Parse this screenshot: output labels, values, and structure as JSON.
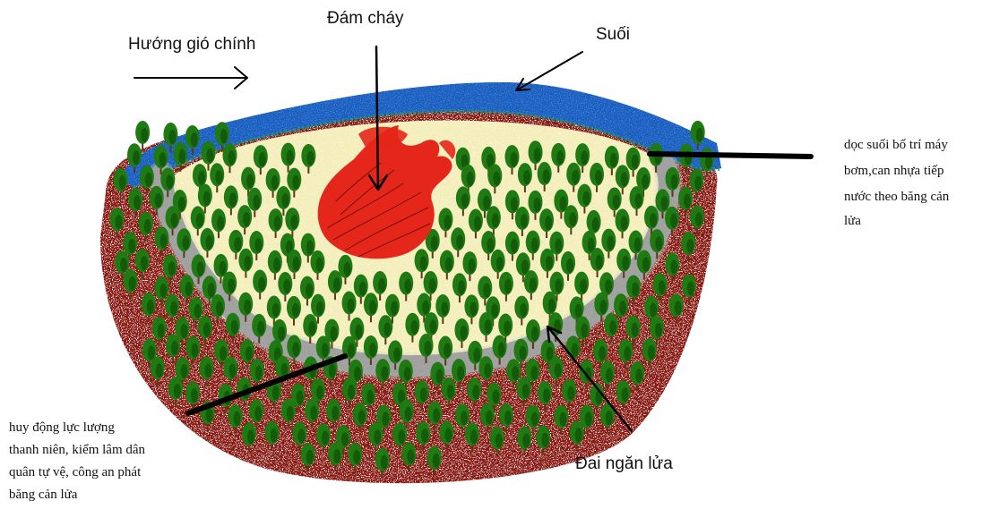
{
  "labels": {
    "wind": "Hướng gió chính",
    "fire": "Đám cháy",
    "stream": "Suối",
    "pumps": [
      "dọc suối bố trí máy",
      "bơm,can nhựa tiếp",
      "nước theo băng cản",
      "lửa"
    ],
    "firebreak": "Đai ngăn lửa",
    "mobilize": [
      "huy động lực lượng",
      "thanh niên, kiểm lâm dân",
      "quân tự vệ, công an phát",
      "băng cản lửa"
    ]
  },
  "colors": {
    "stream": "#3f83d8",
    "stream_dark": "#1d5fbf",
    "stream_edge": "#2e9a5a",
    "firebreak": "#8c8c8c",
    "fire": "#e5261a",
    "fire_line": "#5a0a05",
    "tree_crown": "#1f7a12",
    "tree_dark": "#0e4f08",
    "tree_trunk": "#5a3a1a",
    "undergrowth": "#8a1a14",
    "ground": "#f5f0c6"
  },
  "icons": [
    "tree-icon"
  ]
}
